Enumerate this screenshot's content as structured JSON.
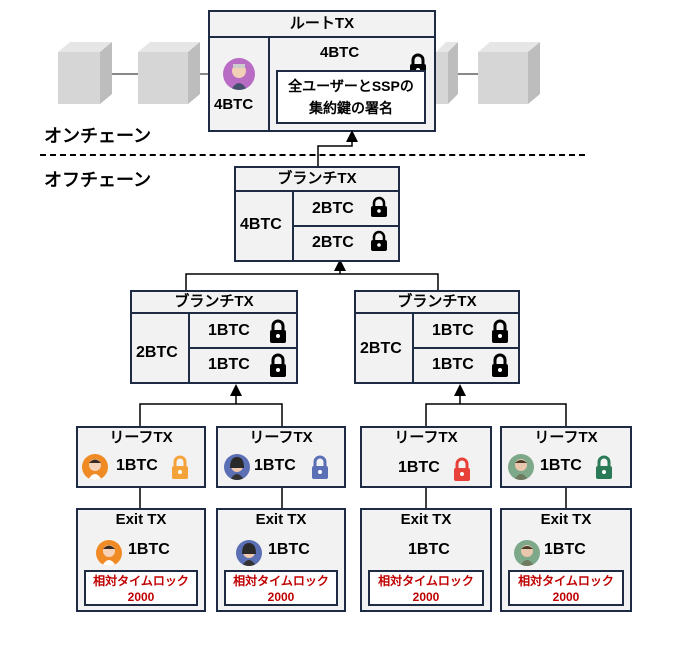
{
  "root": {
    "title": "ルートTX",
    "left_amount": "4BTC",
    "right_amount": "4BTC",
    "sig_line1": "全ユーザーとSSPの",
    "sig_line2": "集約鍵の署名"
  },
  "labels": {
    "onchain": "オンチェーン",
    "offchain": "オフチェーン"
  },
  "branch_top": {
    "title": "ブランチTX",
    "amount": "4BTC",
    "out1": "2BTC",
    "out2": "2BTC"
  },
  "branch_left": {
    "title": "ブランチTX",
    "amount": "2BTC",
    "out1": "1BTC",
    "out2": "1BTC"
  },
  "branch_right": {
    "title": "ブランチTX",
    "amount": "2BTC",
    "out1": "1BTC",
    "out2": "1BTC"
  },
  "leaves": [
    {
      "title": "リーフTX",
      "amount": "1BTC"
    },
    {
      "title": "リーフTX",
      "amount": "1BTC"
    },
    {
      "title": "リーフTX",
      "amount": "1BTC"
    },
    {
      "title": "リーフTX",
      "amount": "1BTC"
    }
  ],
  "exits": [
    {
      "title": "Exit TX",
      "amount": "1BTC",
      "lock_line1": "相対タイムロック",
      "lock_line2": "2000"
    },
    {
      "title": "Exit TX",
      "amount": "1BTC",
      "lock_line1": "相対タイムロック",
      "lock_line2": "2000"
    },
    {
      "title": "Exit TX",
      "amount": "1BTC",
      "lock_line1": "相対タイムロック",
      "lock_line2": "2000"
    },
    {
      "title": "Exit TX",
      "amount": "1BTC",
      "lock_line1": "相対タイムロック",
      "lock_line2": "2000"
    }
  ],
  "colors": {
    "lock_black": "#000000",
    "lock_orange": "#f4a23a",
    "lock_blue": "#5b6fb5",
    "lock_red": "#e8413a",
    "lock_green": "#2a7a57",
    "timelock_text": "#c00000"
  },
  "icons": [
    "blockchain-cube-icon",
    "lock-icon",
    "user-avatar-icon"
  ]
}
